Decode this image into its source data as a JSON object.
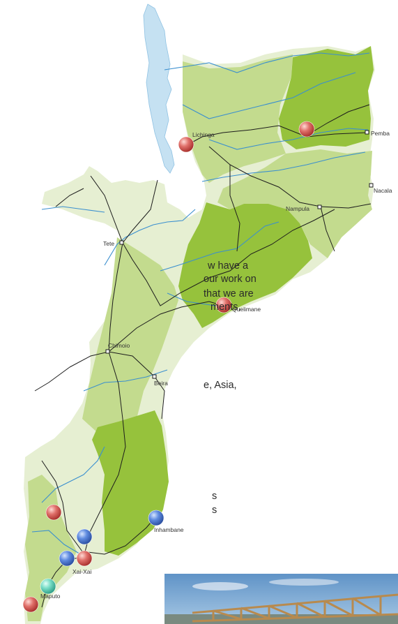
{
  "body_text": [
    "w have a",
    "our work on",
    "that we are",
    "ments,",
    "e, Asia,",
    "s",
    "s"
  ],
  "cities": [
    {
      "name": "Lichinga",
      "marker": "red"
    },
    {
      "name": "Pemba",
      "marker": "square"
    },
    {
      "name": "Nacala",
      "marker": "square"
    },
    {
      "name": "Nampula",
      "marker": "square"
    },
    {
      "name": "Tete",
      "marker": "square"
    },
    {
      "name": "Quelimane",
      "marker": "red"
    },
    {
      "name": "Chimoio",
      "marker": "square"
    },
    {
      "name": "Beira",
      "marker": "square"
    },
    {
      "name": "Inhambane",
      "marker": "blue"
    },
    {
      "name": "Xai-Xai",
      "marker": "red"
    },
    {
      "name": "Maputo",
      "marker": "teal"
    }
  ],
  "colors": {
    "land_light": "#e6efd2",
    "land_mid": "#c3db8e",
    "land_dark": "#96c23c",
    "lake": "#c5e1f2",
    "rivers": "#3a8fcf",
    "roads": "#1c1c1c",
    "marker_red": "#d9534f",
    "marker_blue": "#3f6fc7",
    "marker_teal": "#5fd0b8"
  }
}
